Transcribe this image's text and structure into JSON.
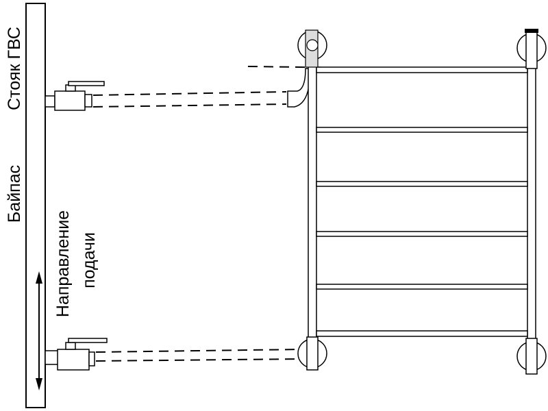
{
  "diagram": {
    "labels": {
      "riser": "Стояк ГВС",
      "bypass": "Байпас",
      "direction_line1": "Направление",
      "direction_line2": "подачи"
    }
  }
}
